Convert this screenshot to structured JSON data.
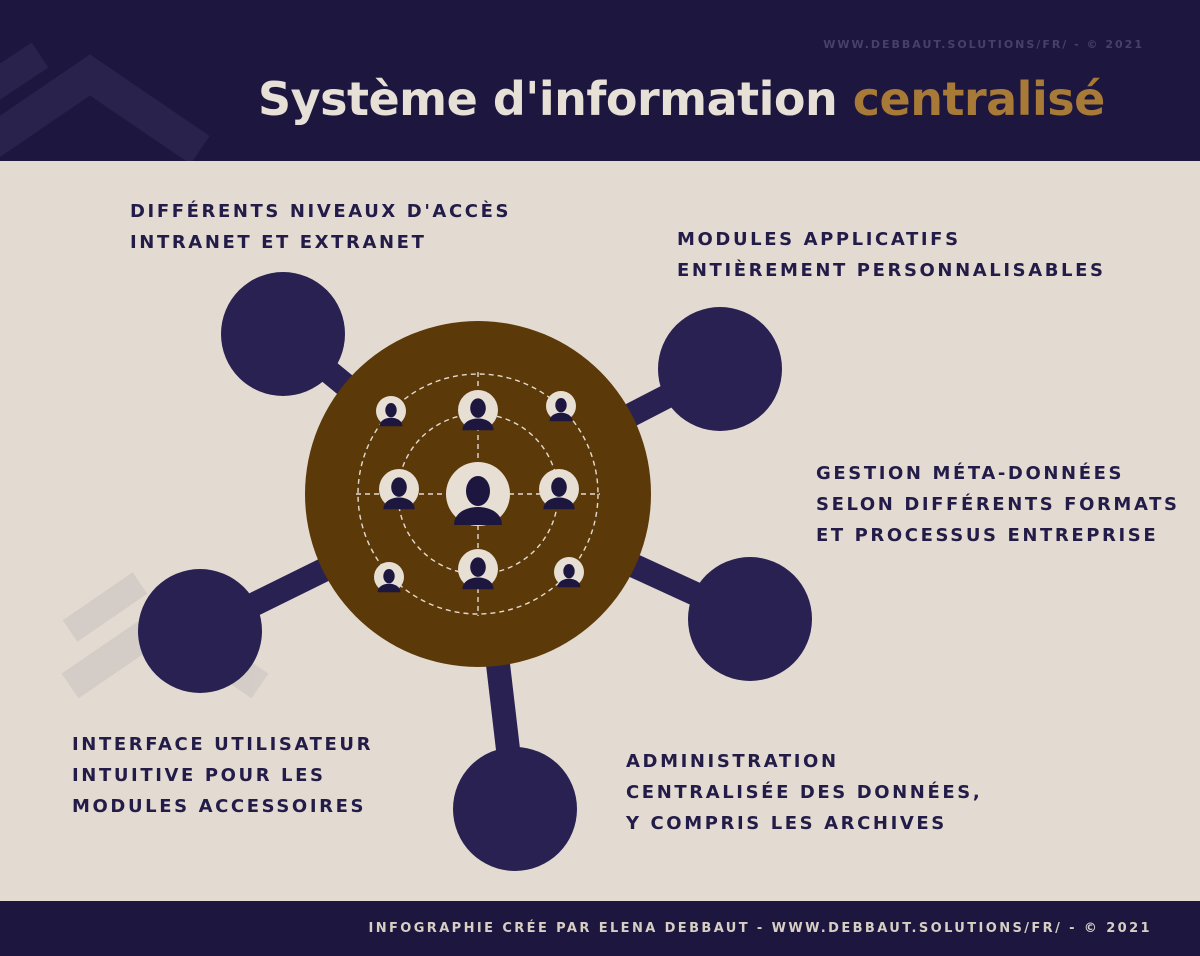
{
  "header": {
    "url": "WWW.DEBBAUT.SOLUTIONS/FR/ - © 2021",
    "title_main": "Système d'information ",
    "title_accent": "centralisé"
  },
  "labels": {
    "access": [
      "DIFFÉRENTS NIVEAUX D'ACCÈS",
      "INTRANET ET EXTRANET"
    ],
    "modules": [
      "MODULES APPLICATIFS",
      "ENTIÈREMENT PERSONNALISABLES"
    ],
    "metadata": [
      "GESTION MÉTA-DONNÉES",
      "SELON DIFFÉRENTS FORMATS",
      "ET PROCESSUS ENTREPRISE"
    ],
    "administration": [
      "ADMINISTRATION",
      "CENTRALISÉE DES DONNÉES,",
      "Y COMPRIS LES ARCHIVES"
    ],
    "interface": [
      "INTERFACE UTILISATEUR",
      "INTUITIVE POUR LES",
      "MODULES ACCESSOIRES"
    ]
  },
  "footer": {
    "credit": "INFOGRAPHIE CRÉE PAR ELENA DEBBAUT - WWW.DEBBAUT.SOLUTIONS/FR/ - © 2021"
  },
  "colors": {
    "navy": "#1d173f",
    "node": "#282152",
    "hub": "#5c3909",
    "accent": "#a87a37",
    "background": "#e3dbd1"
  },
  "icons": {
    "user": "user-avatar-icon",
    "watermark": "debbaut-logo-watermark"
  }
}
